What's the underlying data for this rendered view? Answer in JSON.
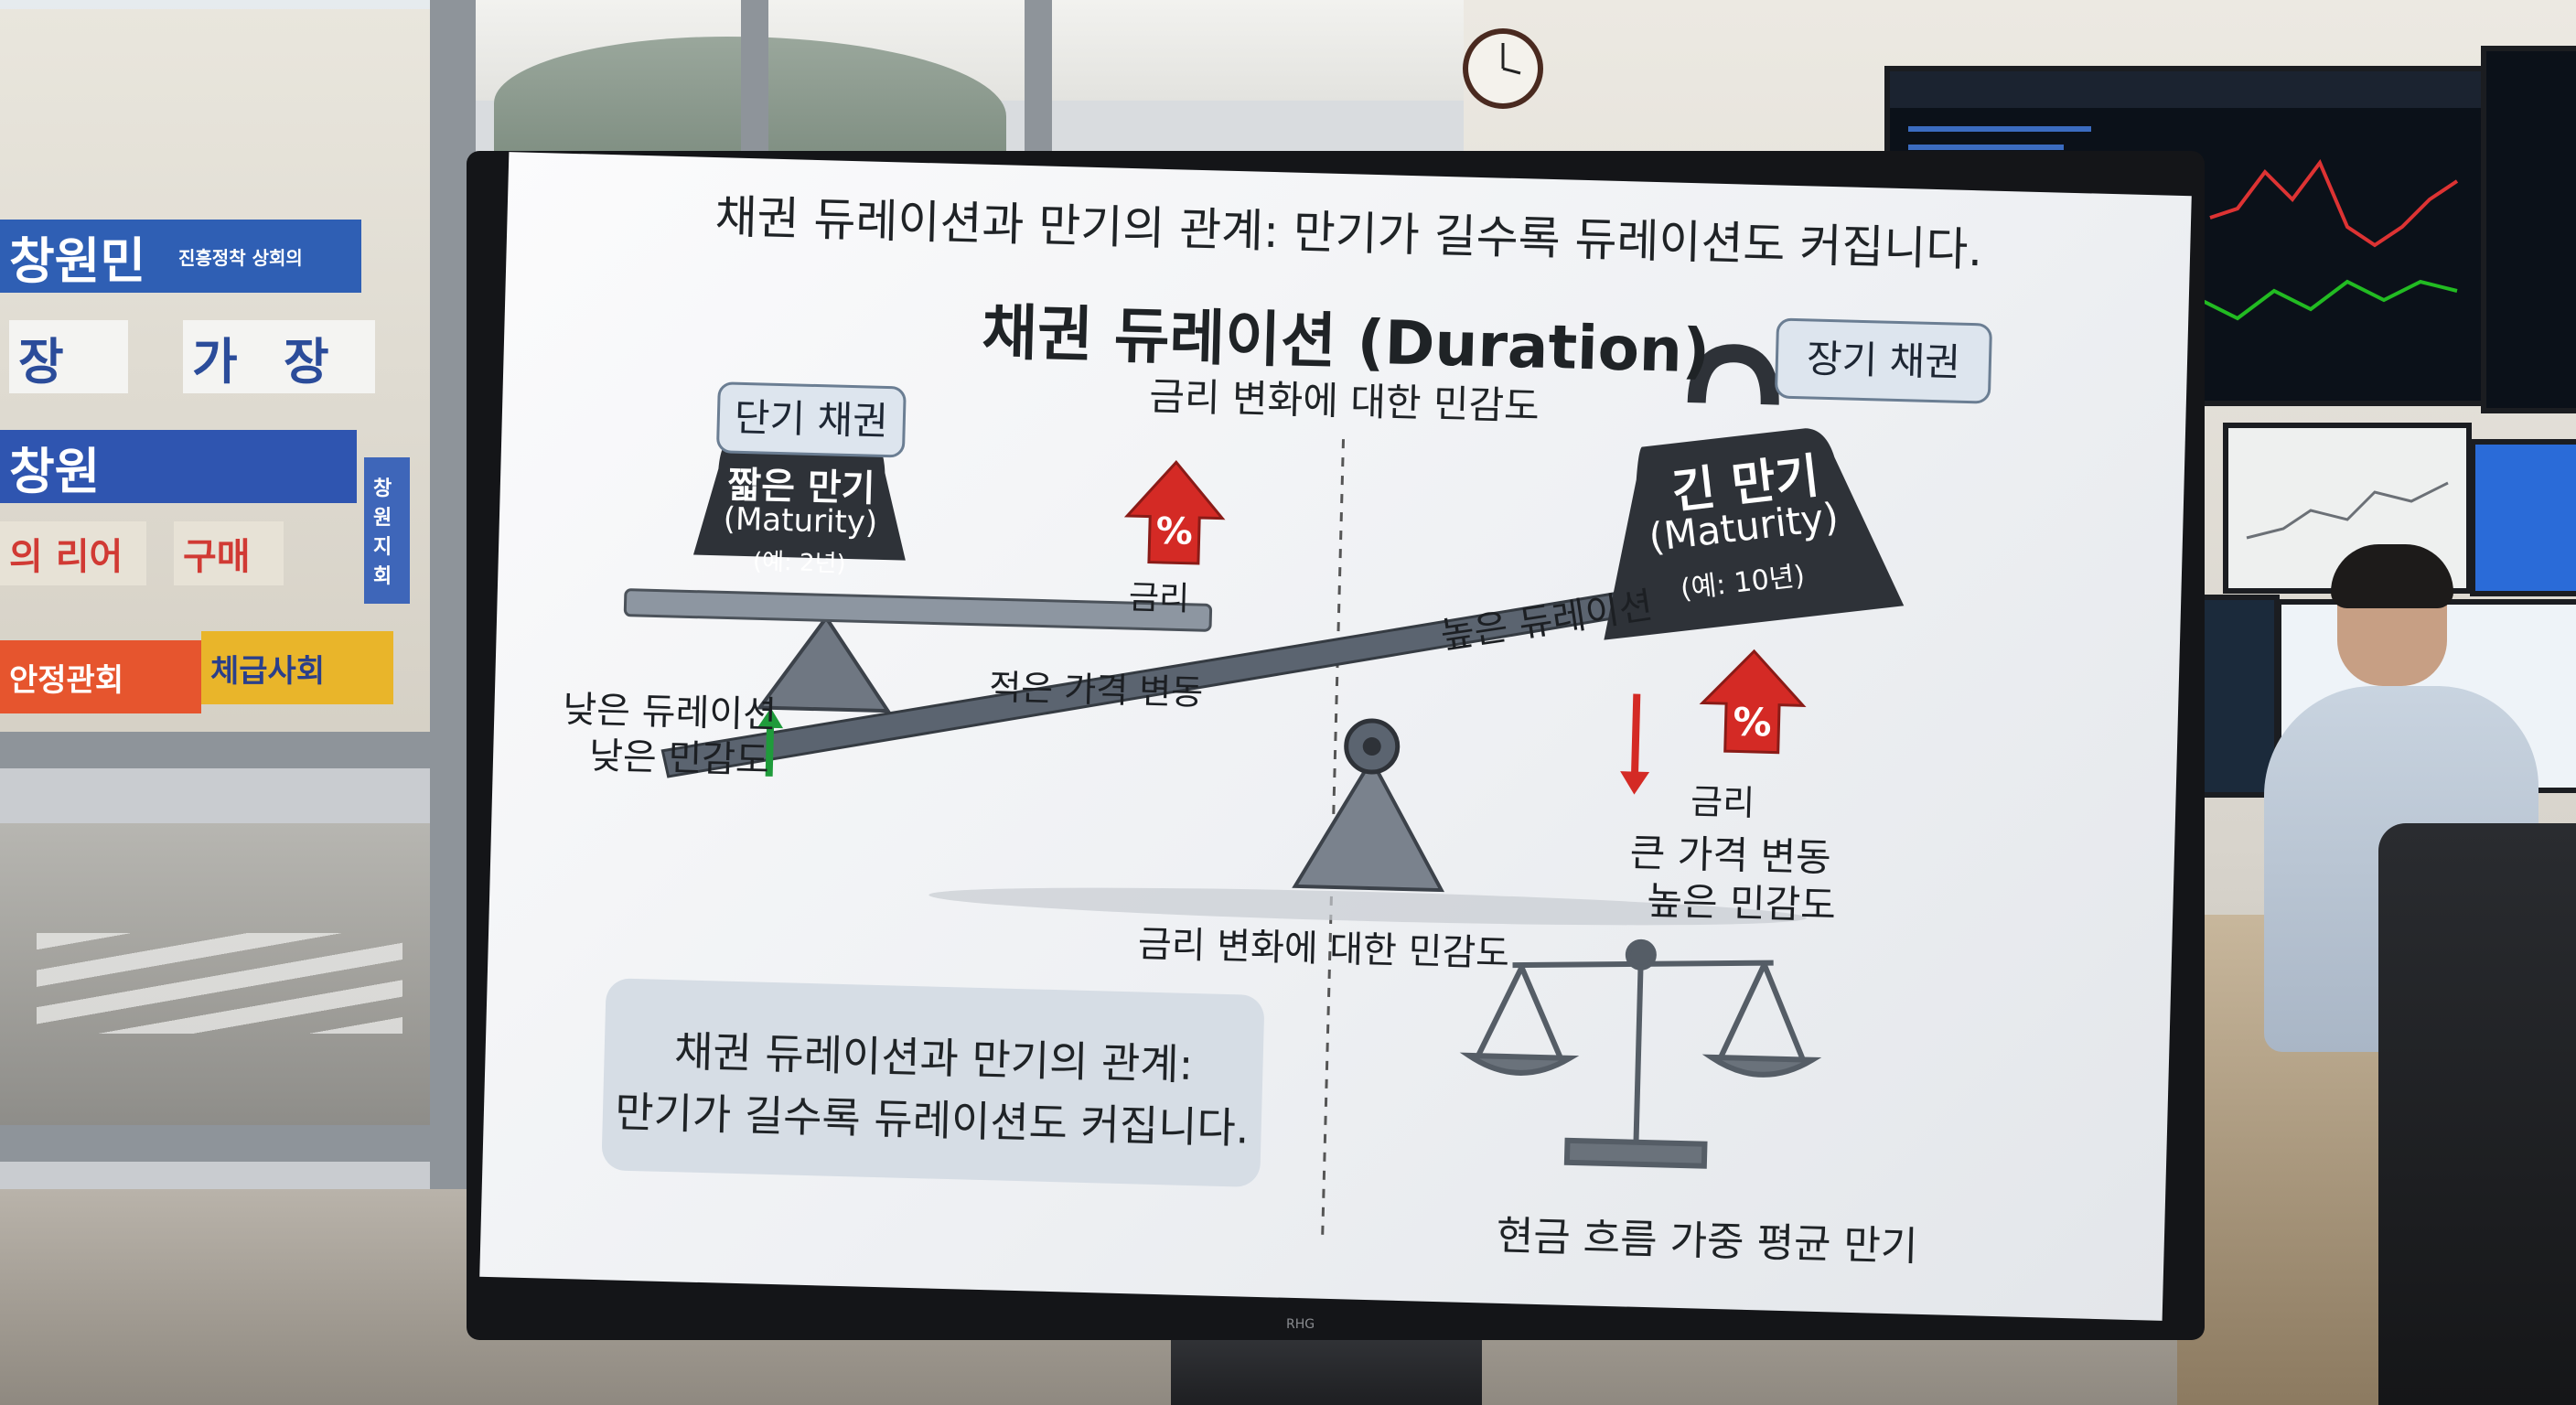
{
  "screen": {
    "headline": "채권 듀레이션과 만기의 관계: 만기가 길수록 듀레이션도 커집니다.",
    "title": "채권 듀레이션 (Duration)",
    "subtitle": "금리 변화에 대한 민감도",
    "short_bond": {
      "tag": "단기 채권",
      "weight_line1": "짧은 만기",
      "weight_line2": "(Maturity)",
      "weight_line3": "(예: 2년)",
      "rate_label": "금리",
      "rate_symbol": "%",
      "change_label": "적은 가격 변동",
      "duration_label": "낮은 듀레이션",
      "sensitivity_label": "낮은 민감도"
    },
    "long_bond": {
      "tag": "장기 채권",
      "weight_line1": "긴 만기",
      "weight_line2": "(Maturity)",
      "weight_line3": "(예: 10년)",
      "duration_label": "높은 듀레이션",
      "rate_label": "금리",
      "rate_symbol": "%",
      "change_label": "큰 가격 변동",
      "sensitivity_label": "높은 민감도"
    },
    "fulcrum_label": "금리 변화에 대한 민감도",
    "summary_line1": "채권 듀레이션과 만기의 관계:",
    "summary_line2": "만기가 길수록 듀레이션도 커집니다.",
    "scale_label": "현금 흐름 가중 평균 만기",
    "colors": {
      "up_arrow": "#d42a25",
      "green_arrow": "#1f9b3b",
      "down_arrow": "#d42a25",
      "weight": "#2e3238",
      "beam": "#5b6470"
    }
  },
  "background": {
    "street_signs": [
      "창원민",
      "진흥정착 상회의",
      "장",
      "가",
      "장",
      "창원",
      "구매",
      "의 리어",
      "안정관회",
      "체급사회",
      "창원지회"
    ],
    "tv_brand": "RHG"
  }
}
